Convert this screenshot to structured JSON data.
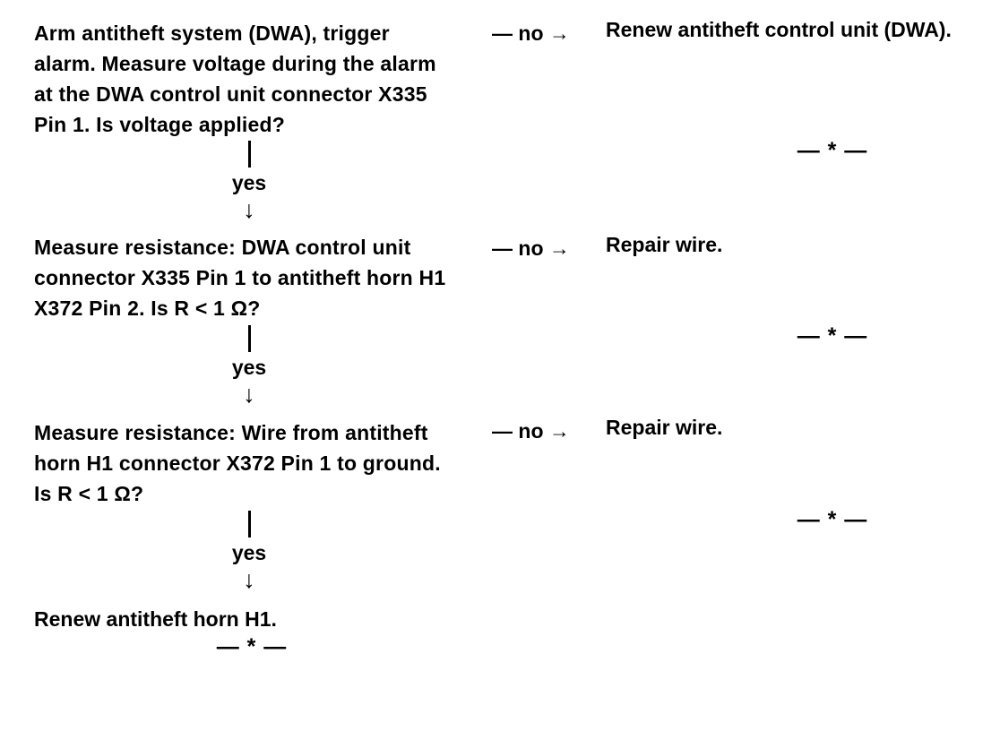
{
  "page": {
    "background_color": "#ffffff",
    "text_color": "#000000"
  },
  "flowchart": {
    "steps": [
      {
        "question_lines": [
          "Arm antitheft system (DWA), trigger",
          "alarm. Measure voltage during the alarm",
          "at the DWA control unit connector X335",
          "Pin 1. Is voltage applied?"
        ],
        "no_connector": "— no →",
        "no_result": "Renew antitheft control unit (DWA).",
        "no_end_marker": "— * —",
        "yes_label": "yes"
      },
      {
        "question_lines": [
          "Measure resistance: DWA control unit",
          "connector X335 Pin 1 to antitheft horn H1",
          "X372 Pin 2. Is R < 1 Ω?"
        ],
        "no_connector": "— no →",
        "no_result": "Repair wire.",
        "no_end_marker": "— * —",
        "yes_label": "yes"
      },
      {
        "question_lines": [
          "Measure resistance: Wire from antitheft",
          "horn H1 connector X372 Pin 1 to ground.",
          "Is R < 1 Ω?"
        ],
        "no_connector": "— no →",
        "no_result": "Repair wire.",
        "no_end_marker": "— * —",
        "yes_label": "yes"
      }
    ],
    "final_action": "Renew antitheft horn H1.",
    "final_end_marker": "— * —",
    "icons": {
      "down_arrow": "↓"
    }
  }
}
